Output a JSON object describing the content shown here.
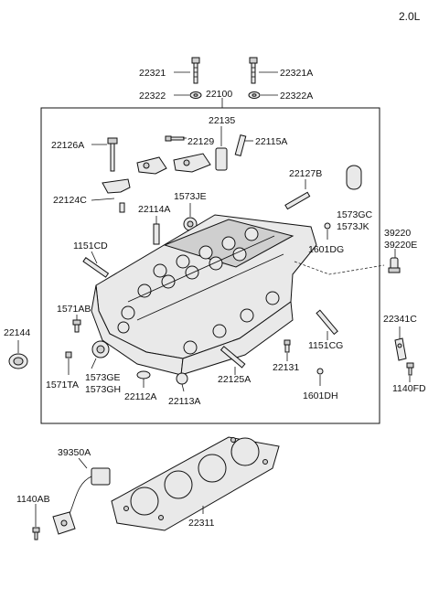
{
  "engine": "2.0L",
  "labels": {
    "l22321": "22321",
    "l22321a": "22321A",
    "l22322": "22322",
    "l22100": "22100",
    "l22322a": "22322A",
    "l22135": "22135",
    "l22126a": "22126A",
    "l22129": "22129",
    "l22115a": "22115A",
    "l22127b": "22127B",
    "l22124c": "22124C",
    "l1573je": "1573JE",
    "l22114a": "22114A",
    "l1573gc": "1573GC",
    "l1573jk": "1573JK",
    "l39220": "39220",
    "l39220e": "39220E",
    "l1151cd": "1151CD",
    "l1601dg": "1601DG",
    "l1571ab": "1571AB",
    "l22144": "22144",
    "l22341c": "22341C",
    "l1151cg": "1151CG",
    "l22131": "22131",
    "l1573ge": "1573GE",
    "l1573gh": "1573GH",
    "l1571ta": "1571TA",
    "l22112a": "22112A",
    "l22113a": "22113A",
    "l22125a": "22125A",
    "l1601dh": "1601DH",
    "l1140fd": "1140FD",
    "l39350a": "39350A",
    "l1140ab": "1140AB",
    "l22311": "22311"
  }
}
